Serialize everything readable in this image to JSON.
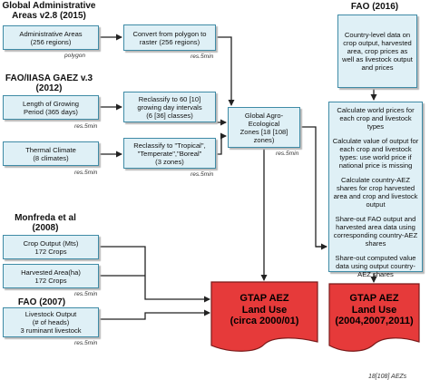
{
  "sources": {
    "gadm": {
      "heading": [
        "Global Administrative",
        "Areas v2.8 (2015)"
      ],
      "box": [
        "Administrative Areas",
        "(256 regions)"
      ],
      "note": "polygon"
    },
    "gaez": {
      "heading": [
        "FAO/IIASA GAEZ v.3",
        "(2012)"
      ],
      "lgp_box": [
        "Length of Growing",
        "Period (365 days)"
      ],
      "lgp_note": "res.5min",
      "thermal_box": [
        "Thermal Climate",
        "(8 climates)"
      ],
      "thermal_note": "res.5min"
    },
    "monfreda": {
      "heading": [
        "Monfreda et al",
        "(2008)"
      ],
      "crop_box": [
        "Crop Output (Mts)",
        "172 Crops"
      ],
      "harvest_box": [
        "Harvested Area(ha)",
        "172 Crops"
      ],
      "note": "res.5min"
    },
    "fao2007": {
      "heading": "FAO (2007)",
      "box": [
        "Livestock Output",
        "(# of heads)",
        "3 ruminant livestock"
      ],
      "note": "res.5min"
    },
    "fao2016": {
      "heading": "FAO (2016)",
      "box": [
        "Country-level data on",
        "crop output, harvested",
        "area, crop prices as",
        "well as livestock output",
        "and prices"
      ]
    }
  },
  "processes": {
    "convert": {
      "text": [
        "Convert from polygon to",
        "raster (256 regions)"
      ],
      "note": "res.5min"
    },
    "reclass_lgp": {
      "text": [
        "Reclassify to 60 [10]",
        "growing day intervals",
        "(6 [36] classes)"
      ],
      "note": "res.5min"
    },
    "reclass_thermal": {
      "text": [
        "Reclassify to \"Tropical\",",
        "\"Temperate\",\"Boreal\"",
        "(3 zones)"
      ],
      "note": "res.5min"
    },
    "aez": {
      "text": [
        "Global Agro-Ecological",
        "Zones [18 [108] zones)"
      ],
      "note": "res.5min"
    },
    "calc": {
      "paragraphs": [
        [
          "Calculate world prices for",
          "each crop and livestock",
          "types"
        ],
        [
          "Calculate value of output for",
          "each crop and livestock",
          "types: use world price if",
          "national price is missing"
        ],
        [
          "Calculate country-AEZ",
          "shares for crop harvested",
          "area and crop and livestock",
          "output"
        ],
        [
          "Share-out FAO output and",
          "harvested area data using",
          "corresponding country-AEZ",
          "shares"
        ],
        [
          "Share-out computed value",
          "data using output country-",
          "AEZ shares"
        ]
      ]
    }
  },
  "outputs": {
    "left": [
      "GTAP AEZ",
      "Land Use",
      "(circa 2000/01)"
    ],
    "right": [
      "GTAP AEZ",
      "Land Use",
      "(2004,2007,2011)"
    ],
    "footnote": "18[108] AEZs"
  },
  "colors": {
    "box_fill": "#dff0f6",
    "box_border": "#3f8ba6",
    "gtap_fill": "#e63a3a",
    "gtap_border": "#7a1a1a",
    "arrow": "#222222"
  }
}
